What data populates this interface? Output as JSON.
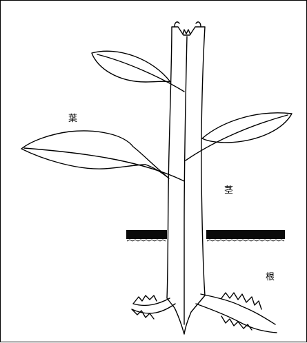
{
  "labels": {
    "leaf": "葉",
    "stem": "茎",
    "root": "根"
  },
  "colors": {
    "line": "#000000",
    "ground": "#0a0a0a",
    "background": "#ffffff"
  }
}
